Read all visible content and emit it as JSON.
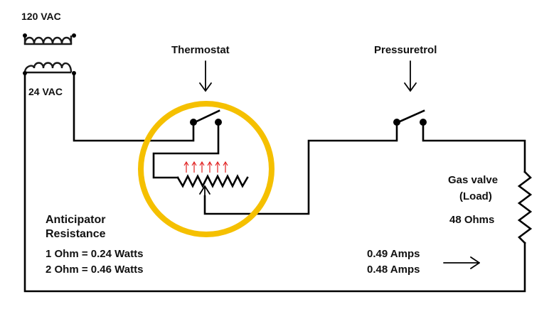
{
  "transformer": {
    "primary_label": "120 VAC",
    "secondary_label": "24 VAC"
  },
  "thermostat": {
    "label": "Thermostat",
    "highlight_color": "#F5C000",
    "heat_arrow_color": "#E02020"
  },
  "pressuretrol": {
    "label": "Pressuretrol"
  },
  "load": {
    "name_line1": "Gas valve",
    "name_line2": "(Load)",
    "resistance": "48 Ohms"
  },
  "anticipator": {
    "title_line1": "Anticipator",
    "title_line2": "Resistance",
    "value_1": "1 Ohm = 0.24 Watts",
    "value_2": "2 Ohm = 0.46 Watts"
  },
  "current": {
    "value_1": "0.49 Amps",
    "value_2": "0.48 Amps"
  }
}
